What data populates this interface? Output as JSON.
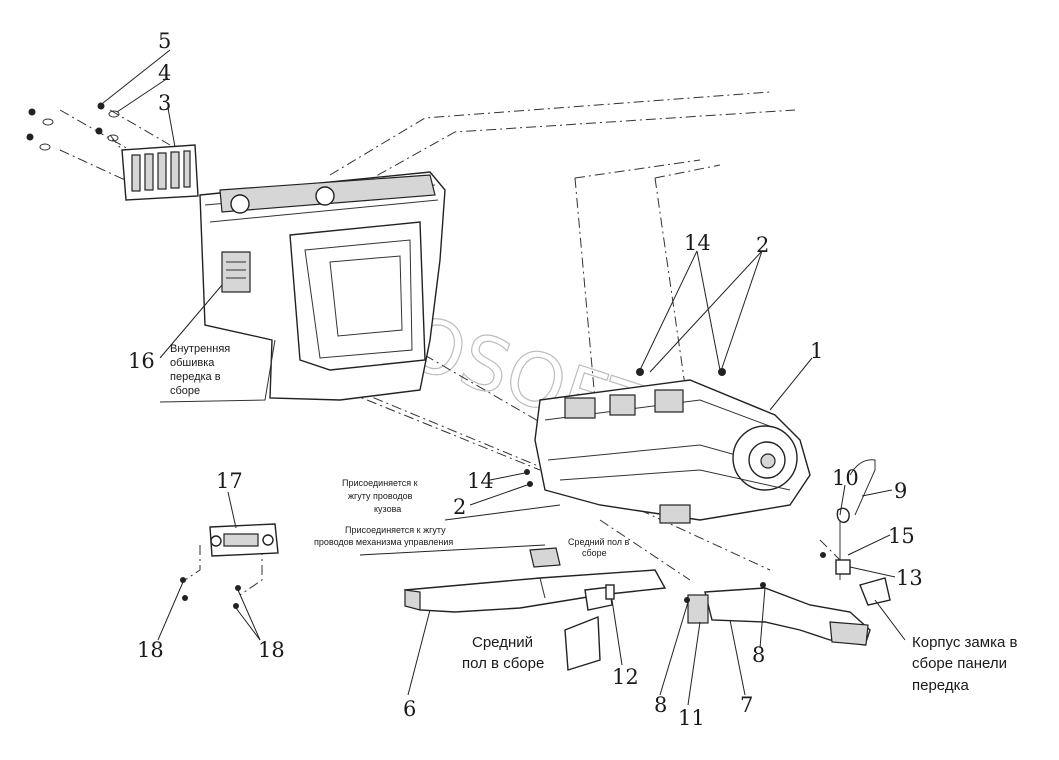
{
  "callouts": {
    "n1": "1",
    "n2a": "2",
    "n2b": "2",
    "n3": "3",
    "n4": "4",
    "n5": "5",
    "n6": "6",
    "n7": "7",
    "n8a": "8",
    "n8b": "8",
    "n9": "9",
    "n10": "10",
    "n11": "11",
    "n12": "12",
    "n13": "13",
    "n14a": "14",
    "n14b": "14",
    "n15": "15",
    "n16": "16",
    "n17": "17",
    "n18a": "18",
    "n18b": "18"
  },
  "labels": {
    "inner_trim": [
      "Внутренняя",
      "обшивка",
      "передка в",
      "сборе"
    ],
    "harness_body": [
      "Присоединяется к",
      "жгуту проводов",
      "кузова"
    ],
    "harness_control": [
      "Присоединяется к жгуту",
      "проводов механизма управления"
    ],
    "middle_floor_small": [
      "Средний пол в",
      "сборе"
    ],
    "middle_floor": [
      "Средний",
      "пол в сборе"
    ],
    "lock_housing": [
      "Корпус замка в",
      "сборе панели",
      "передка"
    ]
  },
  "watermark": "AUTOSOFT",
  "colors": {
    "line": "#222222",
    "watermark": "#bdbdbd",
    "fill_grey": "#d6d6d6"
  }
}
